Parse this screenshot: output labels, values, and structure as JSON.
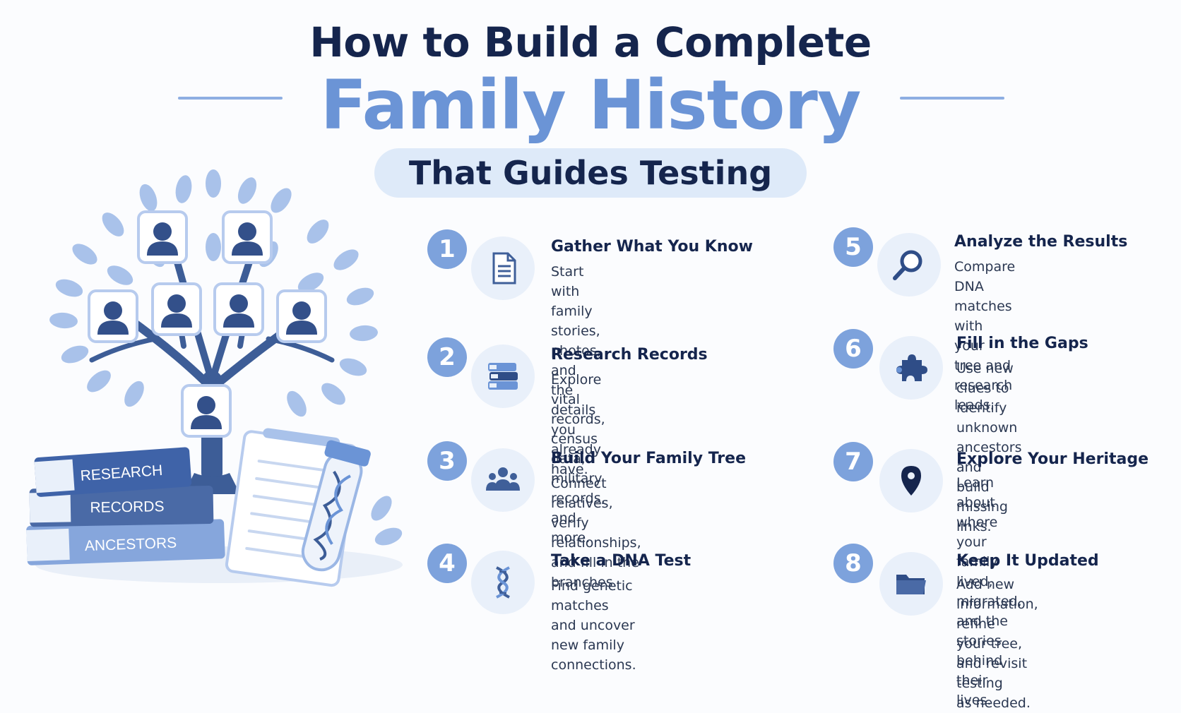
{
  "header": {
    "title_line1": "How to Build a Complete",
    "title_line2": "Family History",
    "subtitle": "That Guides Testing"
  },
  "books": {
    "top": "RESEARCH",
    "middle": "RECORDS",
    "bottom": "ANCESTORS"
  },
  "steps": [
    {
      "number": "1",
      "icon": "document-icon",
      "title": "Gather What You Know",
      "lines": [
        "Start with family stories, photos,",
        "and the details you already have."
      ]
    },
    {
      "number": "2",
      "icon": "books-icon",
      "title": "Research Records",
      "lines": [
        "Explore vital records, census data,",
        "military records, and more."
      ]
    },
    {
      "number": "3",
      "icon": "people-group-icon",
      "title": "Build Your Family Tree",
      "lines": [
        "Connect relatives, verify relationships,",
        "and fill in the branches."
      ]
    },
    {
      "number": "4",
      "icon": "dna-icon",
      "title": "Take a DNA Test",
      "lines": [
        "Find genetic matches and uncover",
        "new family connections."
      ]
    },
    {
      "number": "5",
      "icon": "magnifier-icon",
      "title": "Analyze the Results",
      "lines": [
        "Compare DNA matches with",
        "your tree and research leads."
      ]
    },
    {
      "number": "6",
      "icon": "puzzle-icon",
      "title": "Fill in the Gaps",
      "lines": [
        "Use new clues to identify",
        "unknown ancestors and",
        "build missing links."
      ]
    },
    {
      "number": "7",
      "icon": "map-pin-icon",
      "title": "Explore Your Heritage",
      "lines": [
        "Learn about where your family",
        "lived, migrated, and the stories",
        "behind their lives."
      ]
    },
    {
      "number": "8",
      "icon": "folder-icon",
      "title": "Keep It Updated",
      "lines": [
        "Add new information, refine",
        "your tree, and revisit testing",
        "as needed."
      ]
    }
  ],
  "colors": {
    "navy": "#15254d",
    "accent_blue": "#6b94d6",
    "number_blue": "#7da2dc",
    "icon_bg": "#e9f0fa",
    "icon_fill": "#3f5f99"
  }
}
